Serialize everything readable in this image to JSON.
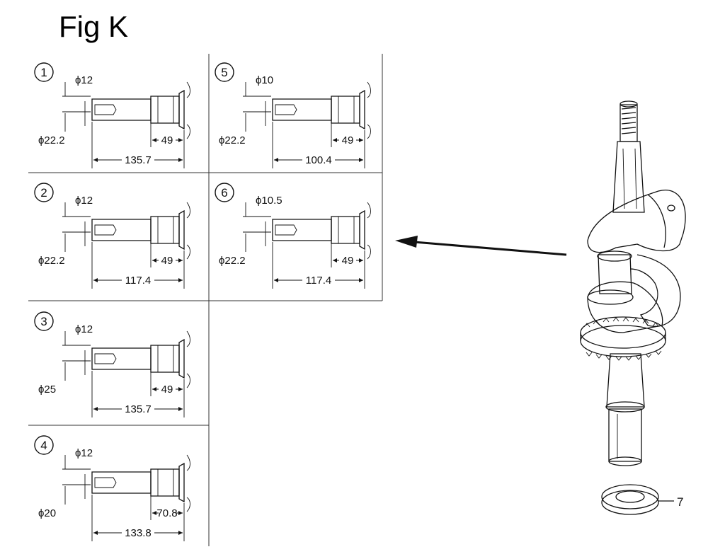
{
  "figure": {
    "title": "Fig K"
  },
  "variants": [
    {
      "number": "1",
      "phi_small": "ϕ12",
      "phi_large": "ϕ22.2",
      "length": "135.7",
      "end_length": "49"
    },
    {
      "number": "2",
      "phi_small": "ϕ12",
      "phi_large": "ϕ22.2",
      "length": "117.4",
      "end_length": "49"
    },
    {
      "number": "3",
      "phi_small": "ϕ12",
      "phi_large": "ϕ25",
      "length": "135.7",
      "end_length": "49"
    },
    {
      "number": "4",
      "phi_small": "ϕ12",
      "phi_large": "ϕ20",
      "length": "133.8",
      "end_length": "70.8"
    },
    {
      "number": "5",
      "phi_small": "ϕ10",
      "phi_large": "ϕ22.2",
      "length": "100.4",
      "end_length": "49"
    },
    {
      "number": "6",
      "phi_small": "ϕ10.5",
      "phi_large": "ϕ22.2",
      "length": "117.4",
      "end_length": "49"
    }
  ],
  "callouts": [
    {
      "number": "7"
    }
  ]
}
